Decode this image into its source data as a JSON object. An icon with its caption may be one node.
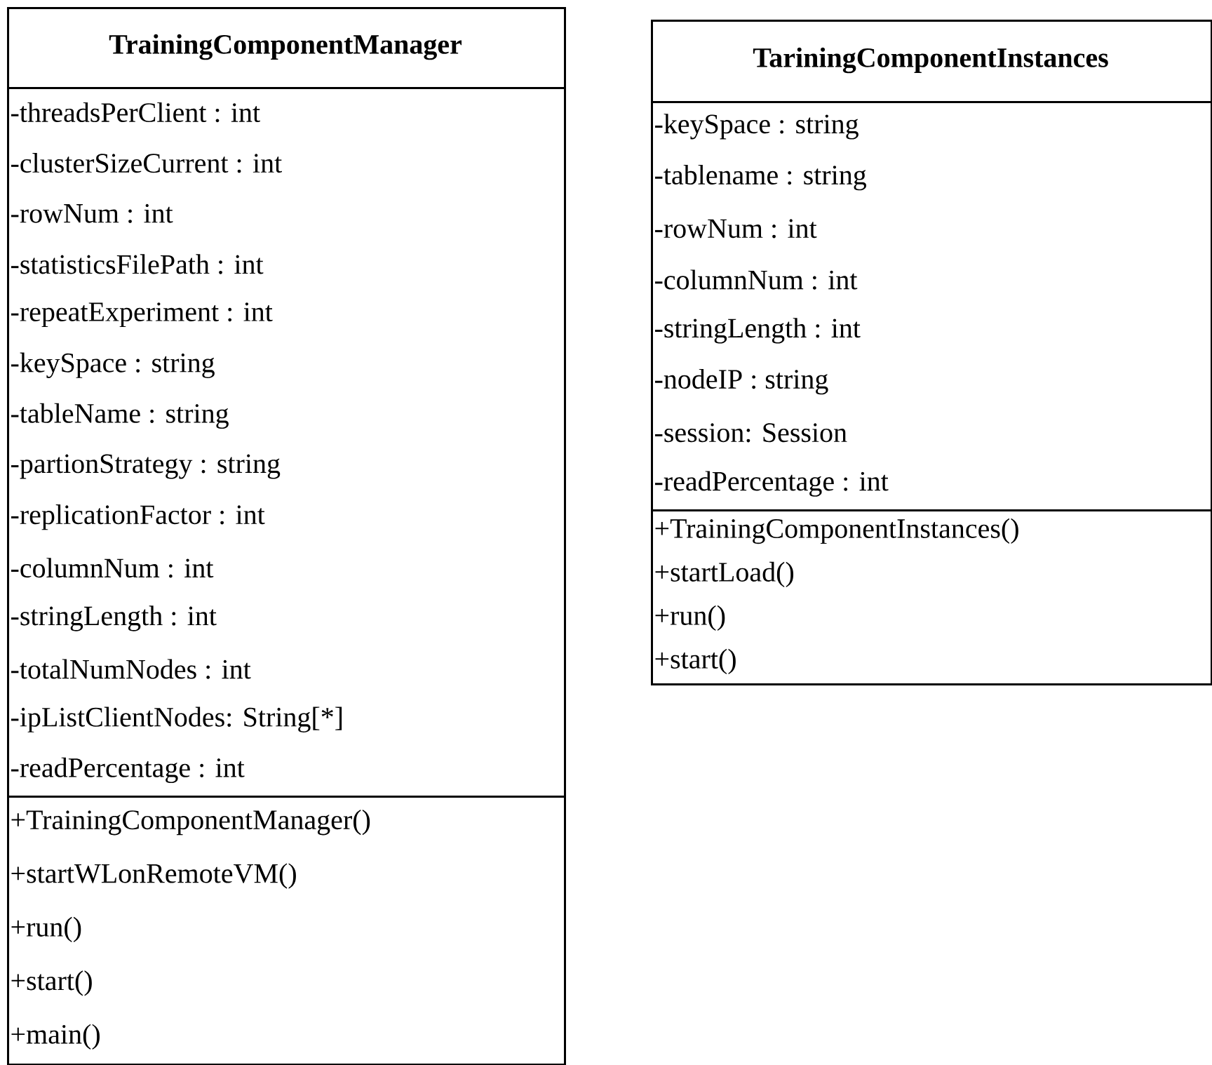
{
  "diagram": {
    "nodes": [
      {
        "text": [
          "TrainingComponentManager"
        ]
      },
      {
        "text": [
          "-threadsPerClient : int",
          "-clusterSizeCurrent : int",
          "-rowNum : int",
          "-statisticsFilePath : int",
          "-repeatExperiment : int",
          "-keySpace : string",
          "-tableName : string",
          "-partionStrategy : string",
          "-replicationFactor : int",
          "-columnNum : int",
          "-stringLength : int",
          "-totalNumNodes : int",
          "-ipListClientNodes: String[*]",
          "-readPercentage : int"
        ],
        "in": 0
      },
      {
        "text": [
          "+TrainingComponentManager()",
          "+startWLonRemoteVM()",
          "+run()",
          "+start()",
          "+main()"
        ],
        "in": 0
      },
      {
        "text": [
          "TariningComponentInstances"
        ]
      },
      {
        "text": [
          "-keySpace : string",
          "-tablename : string",
          "-rowNum : int",
          "-columnNum : int",
          "-stringLength : int",
          "-nodeIP : string",
          "-session: Session",
          "-readPercentage : int"
        ],
        "in": 3
      },
      {
        "text": [
          "+TrainingComponentInstances()",
          "+startLoad()",
          "+run()",
          "+start()"
        ],
        "in": 3
      }
    ]
  }
}
